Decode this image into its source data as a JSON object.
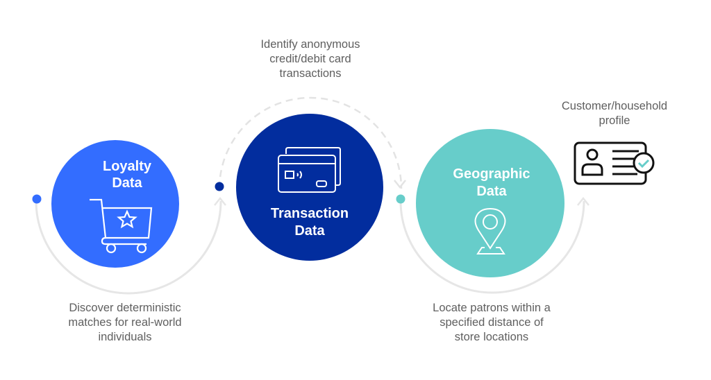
{
  "steps": [
    {
      "title_line1": "Loyalty",
      "title_line2": "Data",
      "icon": "shopping-cart-star-icon",
      "color": "#336dff"
    },
    {
      "title_line1": "Transaction",
      "title_line2": "Data",
      "icon": "credit-cards-icon",
      "color": "#022d9e"
    },
    {
      "title_line1": "Geographic",
      "title_line2": "Data",
      "icon": "location-pin-icon",
      "color": "#67cdca"
    }
  ],
  "captions": {
    "loyalty": [
      "Discover deterministic",
      "matches for real-world",
      "individuals"
    ],
    "transaction": [
      "Identify anonymous",
      "credit/debit card",
      "transactions"
    ],
    "geographic": [
      "Locate patrons within a",
      "specified distance of",
      "store locations"
    ],
    "profile": [
      "Customer/household",
      "profile"
    ]
  },
  "profile_icon": "id-card-check-icon",
  "colors": {
    "connector": "#e6e6e6",
    "caption": "#5f5f5f"
  }
}
